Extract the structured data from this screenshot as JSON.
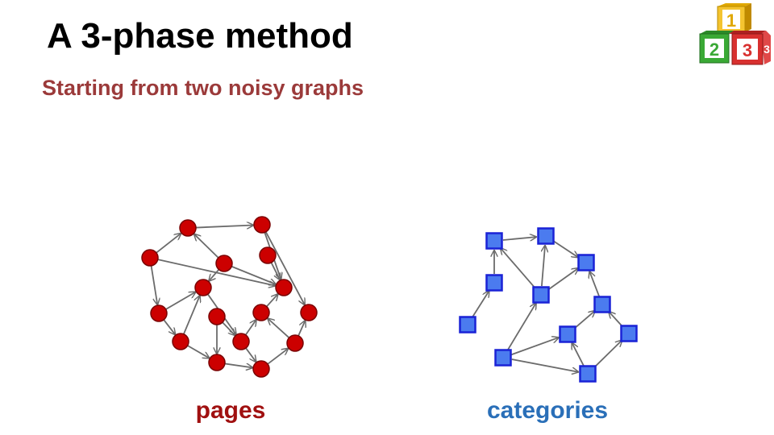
{
  "slide": {
    "title": "A 3-phase method",
    "subtitle": "Starting from two noisy graphs"
  },
  "logo": {
    "icon": "numbered-blocks-icon",
    "blocks": [
      "1",
      "2",
      "3"
    ],
    "colors": [
      "#f4c430",
      "#3aa935",
      "#d8302f"
    ]
  },
  "colors": {
    "subtitle": "#9b3a3a",
    "pages_label": "#a01010",
    "categories_label": "#2a6fb8",
    "page_node": "#cc0000",
    "page_node_stroke": "#7a0000",
    "category_node": "#4b7bef",
    "category_node_stroke": "#1a22d6",
    "edge": "#6b6b6b"
  },
  "graphs": {
    "pages": {
      "label": "pages",
      "node_shape": "circle"
    },
    "categories": {
      "label": "categories",
      "node_shape": "square"
    }
  }
}
